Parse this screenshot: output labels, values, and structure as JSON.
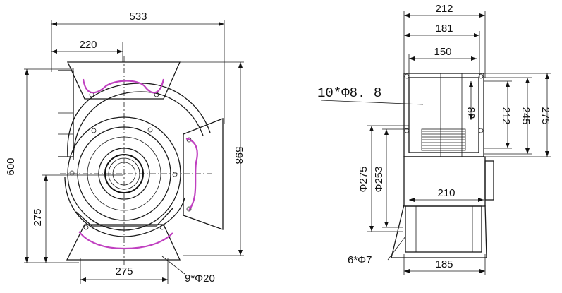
{
  "front_view": {
    "width_overall": "533",
    "inlet_width": "220",
    "height_overall": "600",
    "height_right": "598",
    "base_height": "275",
    "base_width": "275",
    "mounting_holes": "9*Φ20"
  },
  "side_view": {
    "width_212": "212",
    "width_181": "181",
    "width_150": "150",
    "holes_label": "10*Φ8. 8",
    "dim_82": "82",
    "dim_212v": "212",
    "dim_245": "245",
    "dim_275": "275",
    "dia_275": "Φ275",
    "dia_253": "Φ253",
    "dim_210": "210",
    "base_holes": "6*Φ7",
    "dim_185": "185"
  }
}
